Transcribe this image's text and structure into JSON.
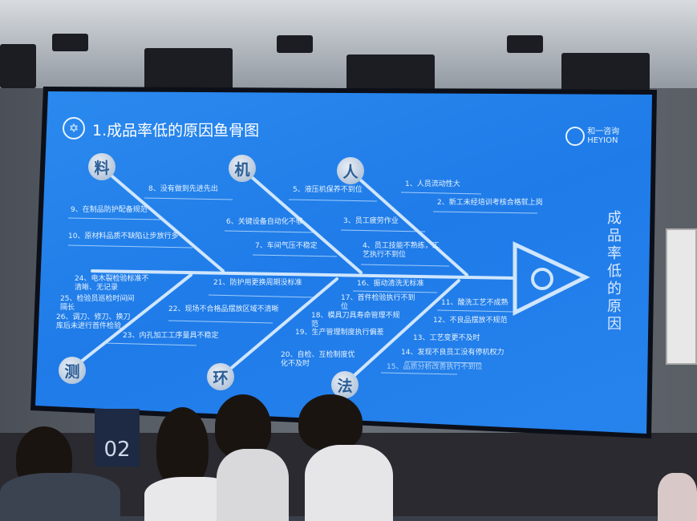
{
  "slide": {
    "title": "1.成品率低的原因鱼骨图",
    "logo_text": "和一咨询",
    "logo_sub": "HEYION",
    "effect": "成品率低的原因",
    "categories": [
      "料",
      "机",
      "人",
      "测",
      "环",
      "法"
    ],
    "causes": {
      "c1": "1、人员流动性大",
      "c2": "2、新工未经培训考核合格就上岗",
      "c3": "3、员工疲劳作业",
      "c4a": "4、员工技能不熟练，工",
      "c4b": "艺执行不到位",
      "c5": "5、液压机保养不到位",
      "c6": "6、关键设备自动化不够",
      "c7": "7、车间气压不稳定",
      "c8": "8、没有做到先进先出",
      "c9": "9、在制品防护配备规范",
      "c10": "10、原材料品质不缺陷让步放行多",
      "c11": "11、酸洗工艺不成熟",
      "c12": "12、不良品摆放不规范",
      "c13": "13、工艺变更不及时",
      "c14": "14、发现不良员工没有停机权力",
      "c15": "15、品质分析改善执行不到位",
      "c16": "16、振动清洗无标准",
      "c17a": "17、首件检验执行不到",
      "c17b": "位",
      "c18a": "18、模具刀具寿命管理不规",
      "c18b": "范",
      "c19": "19、生产管理制度执行偏差",
      "c20a": "20、自检、互检制度优",
      "c20b": "化不及时",
      "c21": "21、防护用更换周期没标准",
      "c22": "22、现场不合格品摆放区域不清晰",
      "c23": "23、内孔加工工序量具不稳定",
      "c24a": "24、电木裂检验标准不",
      "c24b": "清晰、无记录",
      "c25a": "25、检验员巡检时间间",
      "c25b": "隔长",
      "c26a": "26、调刀、修刀、换刀",
      "c26b": "库后未进行首件检验"
    }
  },
  "table_card": "02",
  "colors": {
    "slide_bg": "#2a86ee",
    "bone": "#cfe6ff",
    "text": "#e6f3ff"
  }
}
